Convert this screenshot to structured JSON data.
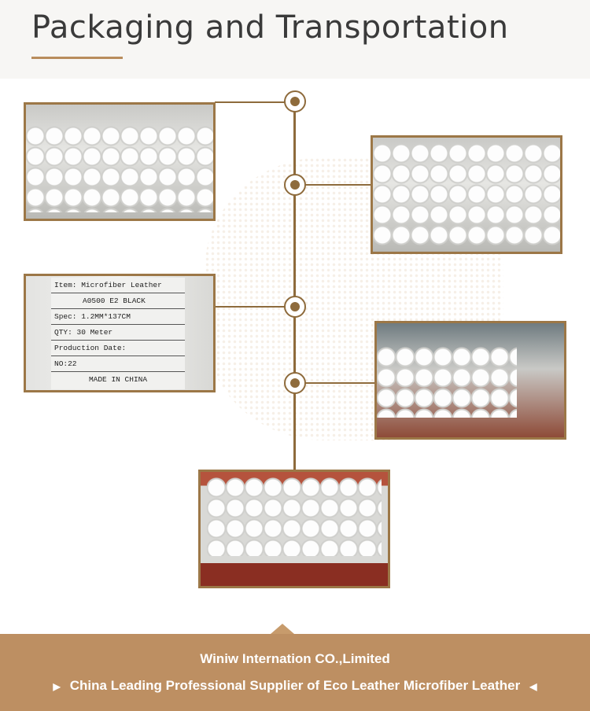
{
  "header": {
    "title": "Packaging and Transportation"
  },
  "label": {
    "lines": [
      "Item: Microfiber Leather",
      "A0500 E2  BLACK",
      "Spec: 1.2MM*137CM",
      "QTY:  30  Meter",
      "Production Date:",
      "NO:22",
      "MADE IN CHINA"
    ]
  },
  "footer": {
    "company": "Winiw Internation CO.,Limited",
    "tagline": "China Leading Professional Supplier of Eco Leather Microfiber Leather"
  },
  "colors": {
    "accent": "#bd8f62",
    "line": "#8e6b3c"
  }
}
